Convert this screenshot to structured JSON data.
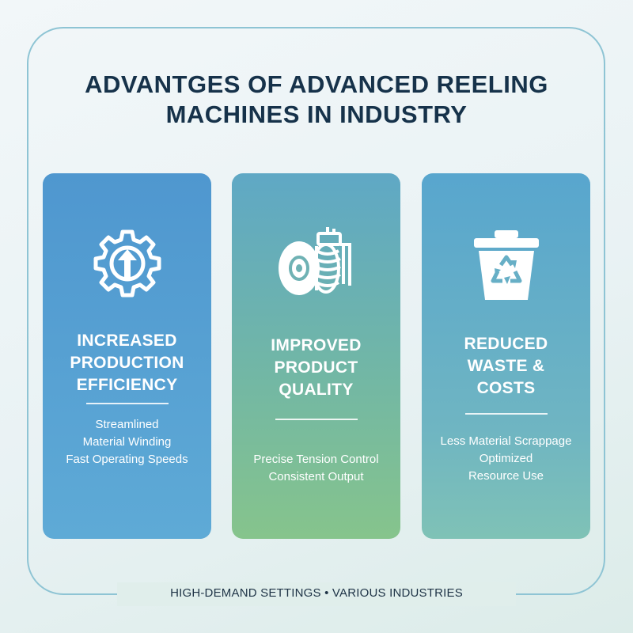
{
  "title": {
    "line1": "ADVANTGES OF ADVANCED REELING",
    "line2": "MACHINES IN INDUSTRY"
  },
  "cards": [
    {
      "icon": "gear-arrow-icon",
      "title": [
        "INCREASED",
        "PRODUCTION",
        "EFFICIENCY"
      ],
      "items": [
        "Streamlined",
        "Material Winding",
        "Fast Operating Speeds"
      ]
    },
    {
      "icon": "reel-machine-icon",
      "title": [
        "IMPROVED",
        "PRODUCT",
        "QUALITY"
      ],
      "items": [
        "Precise Tension Control",
        "Consistent Output"
      ]
    },
    {
      "icon": "recycle-bin-icon",
      "title": [
        "REDUCED",
        "WASTE &",
        "COSTS"
      ],
      "items": [
        "Less Material Scrappage",
        "Optimized",
        "Resource Use"
      ]
    }
  ],
  "footer": "HIGH-DEMAND SETTINGS • VARIOUS INDUSTRIES",
  "colors": {
    "title": "#16324a",
    "frame": "#8ec4d4",
    "card_text": "#ffffff"
  }
}
